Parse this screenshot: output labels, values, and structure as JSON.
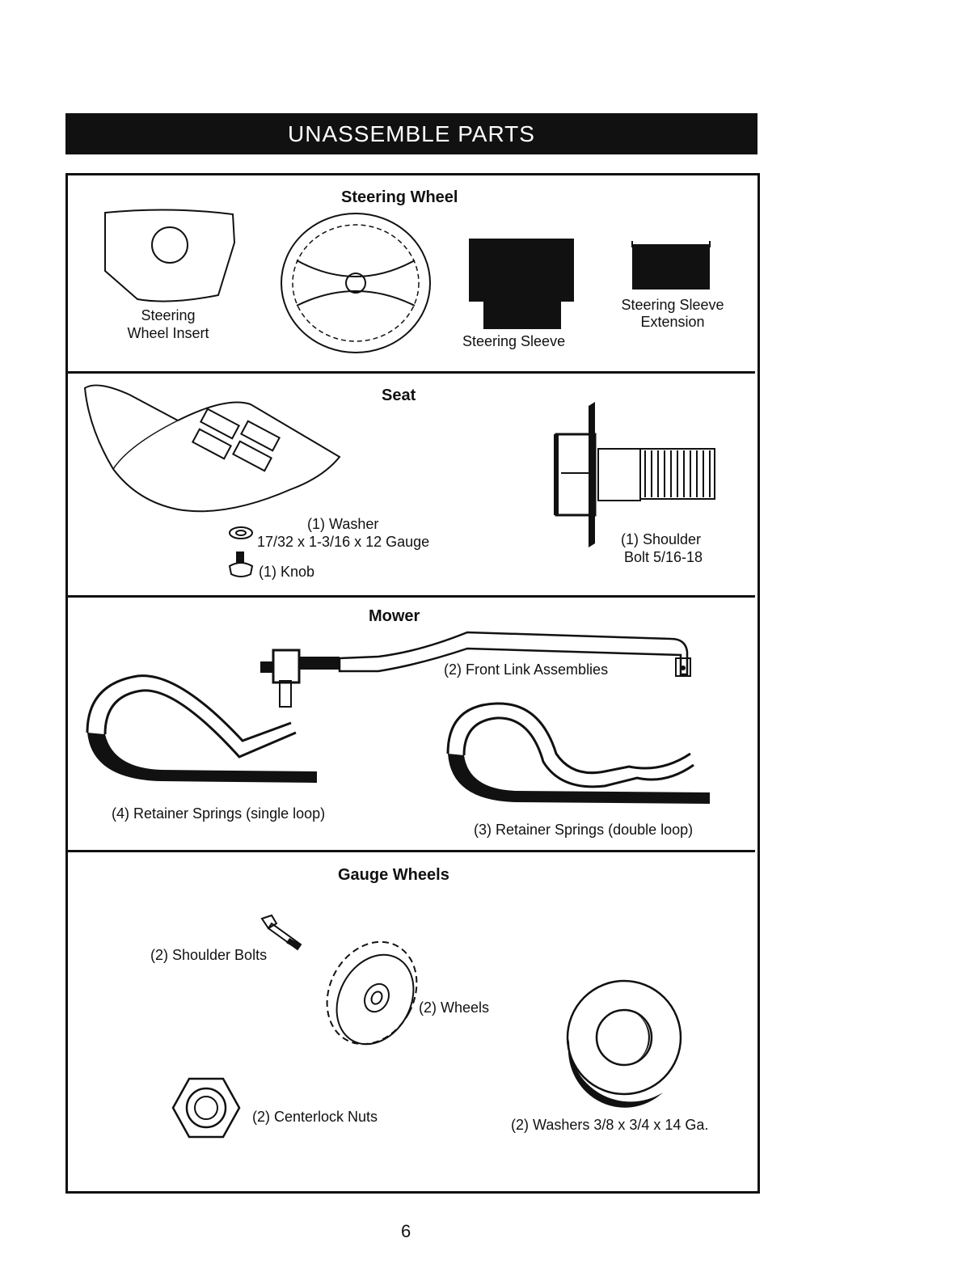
{
  "page": {
    "banner": "UNASSEMBLE PARTS",
    "page_number": "6"
  },
  "sections": {
    "steering": {
      "title": "Steering Wheel",
      "insert_label_1": "Steering",
      "insert_label_2": "Wheel Insert",
      "sleeve_label": "Steering Sleeve",
      "extension_label_1": "Steering Sleeve",
      "extension_label_2": "Extension"
    },
    "seat": {
      "title": "Seat",
      "washer_label_1": "(1) Washer",
      "washer_label_2": "17/32 x 1-3/16 x 12 Gauge",
      "knob_label": "(1) Knob",
      "bolt_label_1": "(1) Shoulder",
      "bolt_label_2": "Bolt  5/16-18"
    },
    "mower": {
      "title": "Mower",
      "link_label": "(2) Front Link Assemblies",
      "single_loop_label": "(4)  Retainer Springs (single loop)",
      "double_loop_label": "(3)  Retainer Springs (double loop)"
    },
    "gauge": {
      "title": "Gauge Wheels",
      "bolts_label": "(2) Shoulder Bolts",
      "wheels_label": "(2) Wheels",
      "nuts_label": "(2) Centerlock Nuts",
      "washers_label": "(2) Washers 3/8 x 3/4 x 14 Ga."
    }
  }
}
